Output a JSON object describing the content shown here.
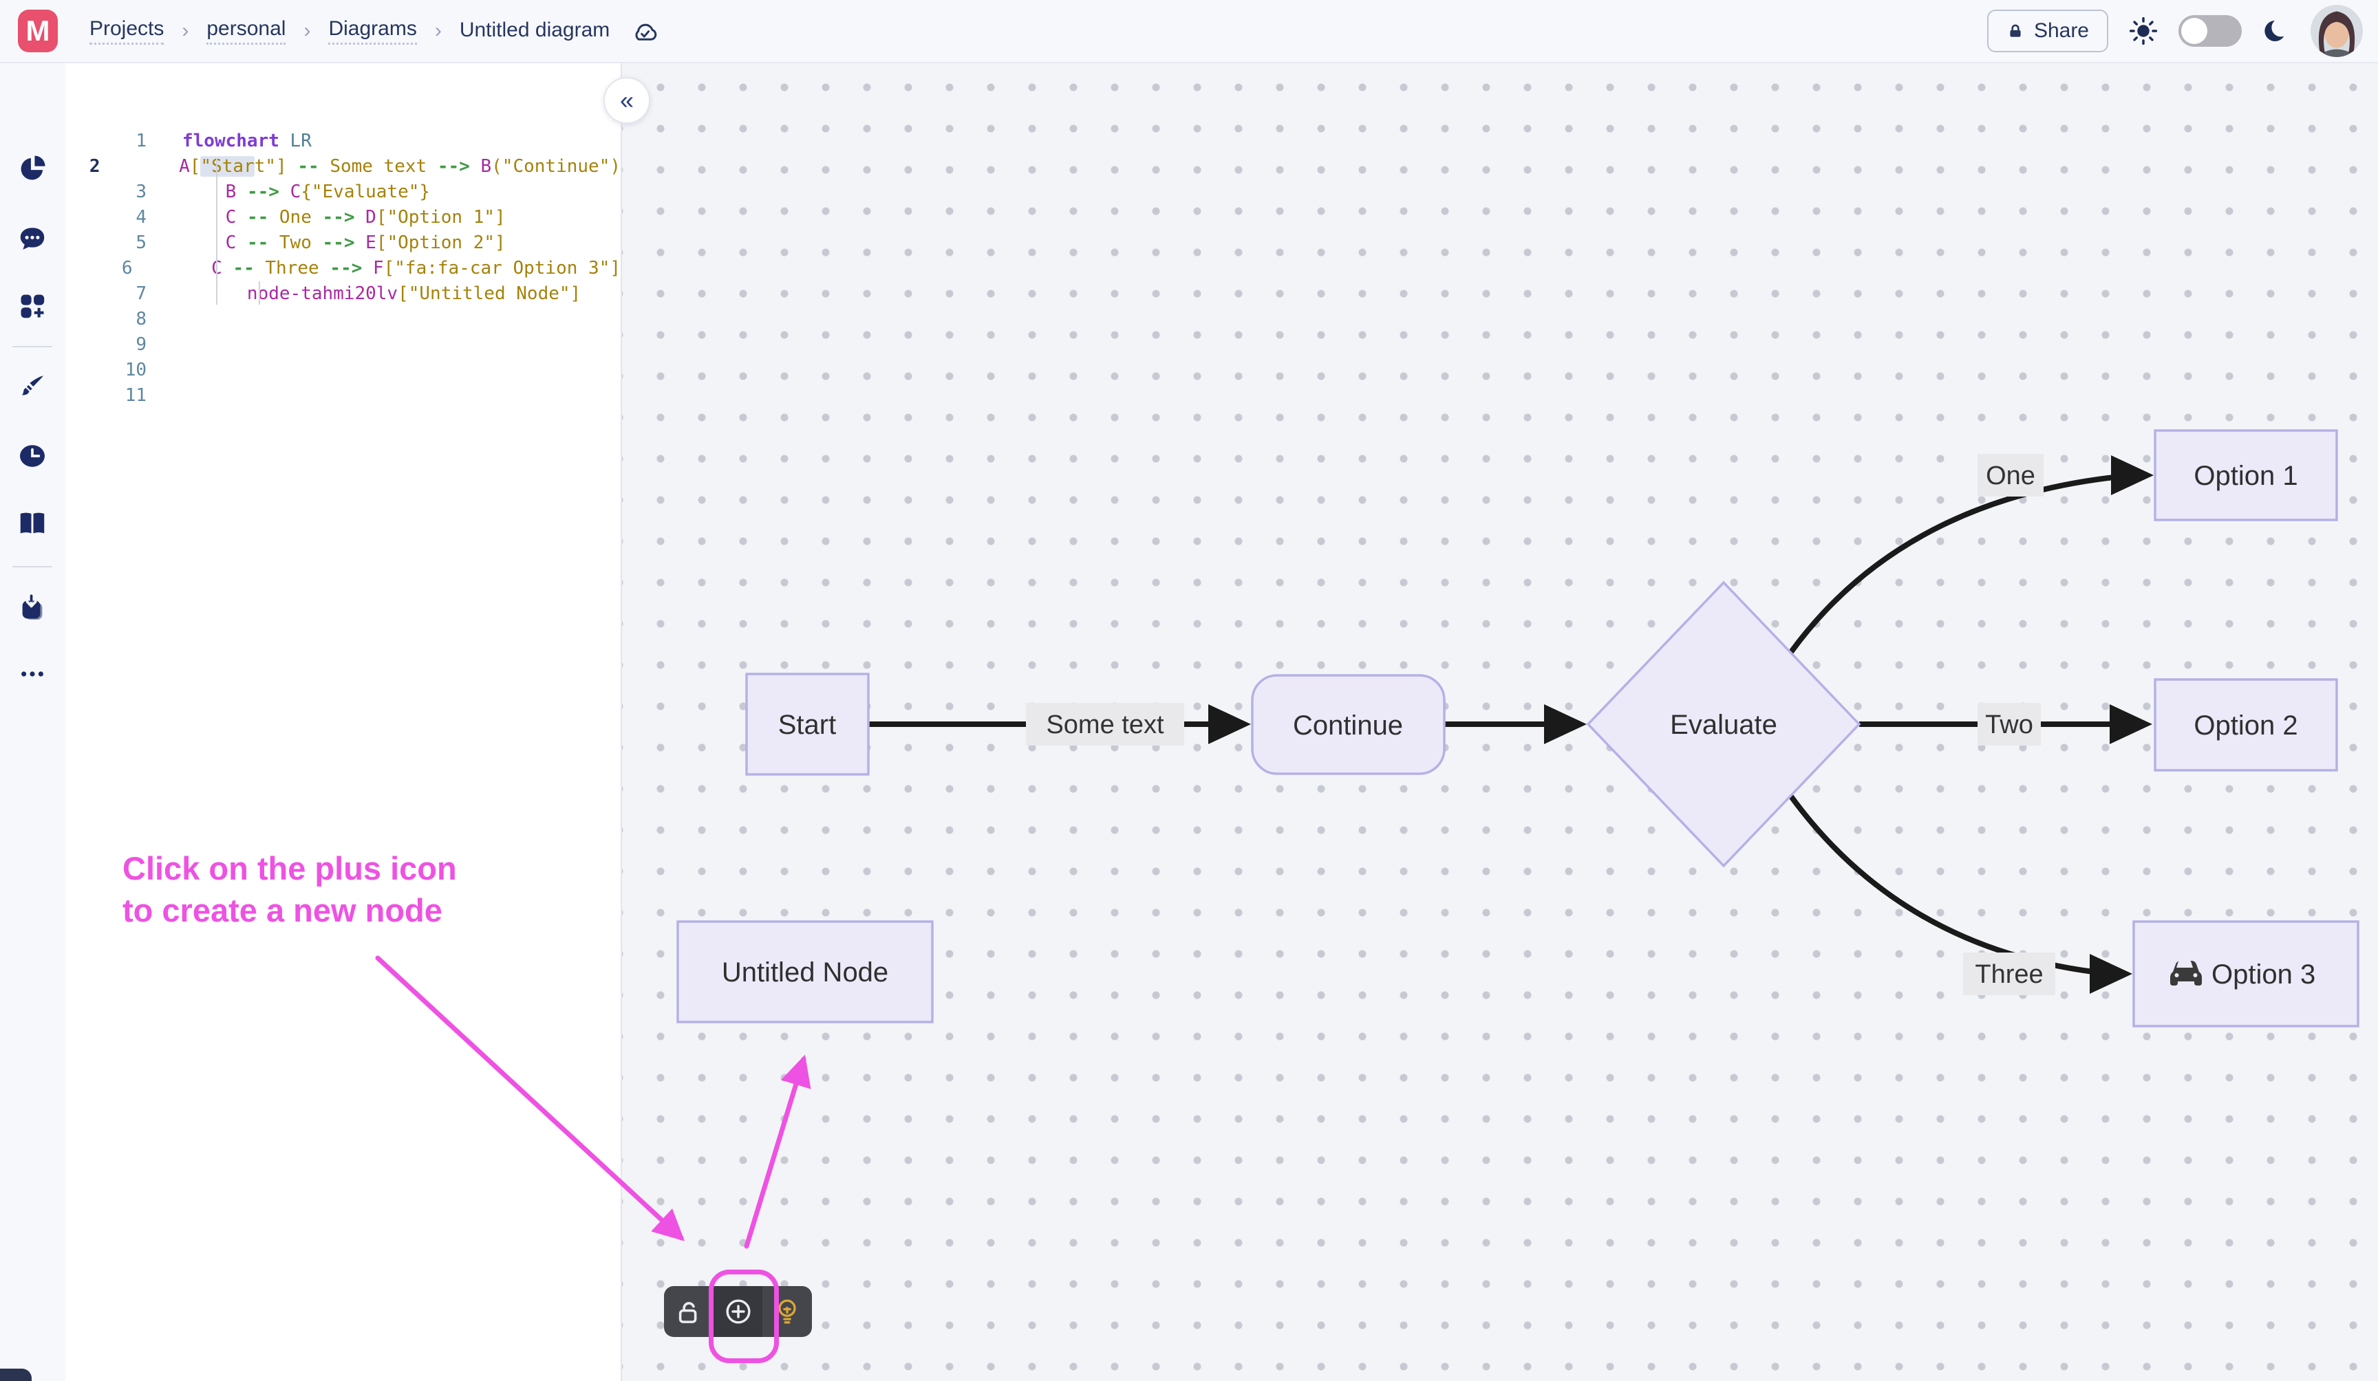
{
  "topbar": {
    "logo_letter": "M",
    "breadcrumbs": [
      "Projects",
      "personal",
      "Diagrams",
      "Untitled diagram"
    ],
    "share_label": "Share",
    "theme_toggle_state": "light"
  },
  "sidebar": {
    "icons": [
      "diagram-pie",
      "comments",
      "shapes-add",
      "theme-brush",
      "history-clock",
      "docs-book",
      "import-export",
      "more-ellipsis"
    ]
  },
  "editor": {
    "language": "mermaid",
    "line_count": 11,
    "active_line": 2,
    "collapse_glyph": "«",
    "lines": [
      [
        [
          "kw",
          "flowchart"
        ],
        [
          "pl",
          " "
        ],
        [
          "dir",
          "LR"
        ]
      ],
      [
        [
          "pl",
          "    "
        ],
        [
          "id",
          "A"
        ],
        [
          "str",
          "["
        ],
        [
          "sel",
          "\"Star"
        ],
        [
          "str",
          "t\"]"
        ],
        [
          "pl",
          " "
        ],
        [
          "arr",
          "--"
        ],
        [
          "pl",
          " "
        ],
        [
          "str",
          "Some text"
        ],
        [
          "pl",
          " "
        ],
        [
          "arr",
          "-->"
        ],
        [
          "pl",
          " "
        ],
        [
          "id",
          "B"
        ],
        [
          "str",
          "(\"Continue\")"
        ]
      ],
      [
        [
          "pl",
          "    "
        ],
        [
          "id",
          "B"
        ],
        [
          "pl",
          " "
        ],
        [
          "arr",
          "-->"
        ],
        [
          "pl",
          " "
        ],
        [
          "id",
          "C"
        ],
        [
          "str",
          "{\"Evaluate\"}"
        ]
      ],
      [
        [
          "pl",
          "    "
        ],
        [
          "id",
          "C"
        ],
        [
          "pl",
          " "
        ],
        [
          "arr",
          "--"
        ],
        [
          "pl",
          " "
        ],
        [
          "str",
          "One"
        ],
        [
          "pl",
          " "
        ],
        [
          "arr",
          "-->"
        ],
        [
          "pl",
          " "
        ],
        [
          "id",
          "D"
        ],
        [
          "str",
          "[\"Option 1\"]"
        ]
      ],
      [
        [
          "pl",
          "    "
        ],
        [
          "id",
          "C"
        ],
        [
          "pl",
          " "
        ],
        [
          "arr",
          "--"
        ],
        [
          "pl",
          " "
        ],
        [
          "str",
          "Two"
        ],
        [
          "pl",
          " "
        ],
        [
          "arr",
          "-->"
        ],
        [
          "pl",
          " "
        ],
        [
          "id",
          "E"
        ],
        [
          "str",
          "[\"Option 2\"]"
        ]
      ],
      [
        [
          "pl",
          "    "
        ],
        [
          "id",
          "C"
        ],
        [
          "pl",
          " "
        ],
        [
          "arr",
          "--"
        ],
        [
          "pl",
          " "
        ],
        [
          "str",
          "Three"
        ],
        [
          "pl",
          " "
        ],
        [
          "arr",
          "-->"
        ],
        [
          "pl",
          " "
        ],
        [
          "id",
          "F"
        ],
        [
          "str",
          "[\"fa:fa-car Option 3\"]"
        ]
      ],
      [
        [
          "pl",
          "      "
        ],
        [
          "id",
          "node-tahmi20lv"
        ],
        [
          "str",
          "[\"Untitled Node\"]"
        ]
      ],
      [],
      [],
      [],
      []
    ]
  },
  "diagram": {
    "type": "flowchart-LR",
    "nodes": {
      "start": {
        "label": "Start",
        "shape": "rect"
      },
      "continue": {
        "label": "Continue",
        "shape": "rounded"
      },
      "evaluate": {
        "label": "Evaluate",
        "shape": "diamond"
      },
      "option1": {
        "label": "Option 1",
        "shape": "rect"
      },
      "option2": {
        "label": "Option 2",
        "shape": "rect"
      },
      "option3": {
        "label": "Option 3",
        "shape": "rect",
        "icon": "car"
      },
      "untitled": {
        "label": "Untitled Node",
        "shape": "rect"
      }
    },
    "edges": [
      {
        "from": "Start",
        "label": "Some text",
        "to": "Continue"
      },
      {
        "from": "Continue",
        "label": "",
        "to": "Evaluate"
      },
      {
        "from": "Evaluate",
        "label": "One",
        "to": "Option 1"
      },
      {
        "from": "Evaluate",
        "label": "Two",
        "to": "Option 2"
      },
      {
        "from": "Evaluate",
        "label": "Three",
        "to": "Option 3"
      }
    ]
  },
  "toolbar": {
    "buttons": [
      "unlock",
      "add-node",
      "suggestions-bulb"
    ],
    "highlighted_button": "add-node"
  },
  "annotation": {
    "line1": "Click on the plus icon",
    "line2": "to create a new node"
  },
  "colors": {
    "accent_pink": "#ee52e2",
    "logo_pink": "#e8506d",
    "navy": "#1c2b66",
    "node_fill": "#eceaf9",
    "node_border": "#b5b1e6",
    "edge_color": "#1a1a1a",
    "edge_label_bg": "#e9e9ec",
    "bulb_gold": "#d9a733",
    "canvas_bg": "#f3f4f8"
  }
}
